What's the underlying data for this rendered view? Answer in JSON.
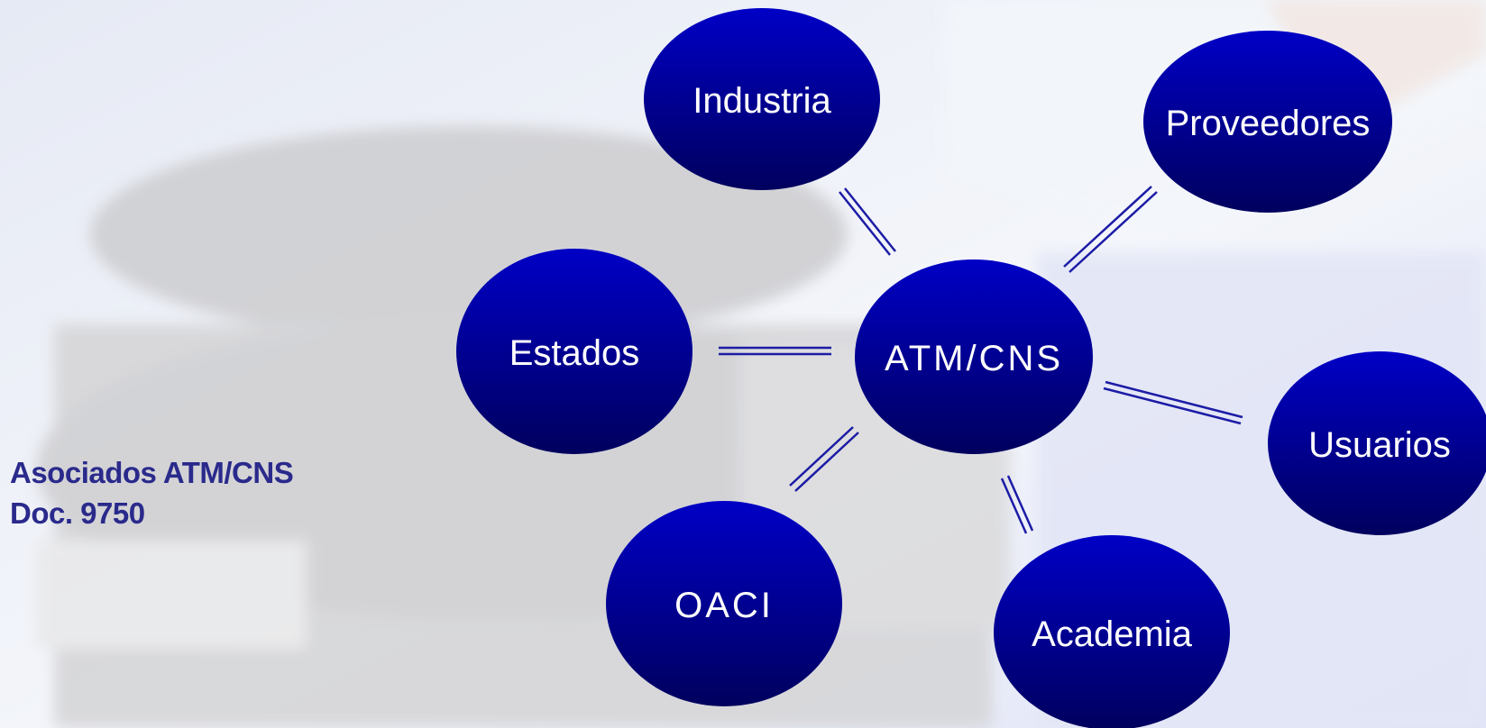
{
  "caption": {
    "line1": "Asociados ATM/CNS",
    "line2": "Doc. 9750"
  },
  "colors": {
    "node_top": "#0000c6",
    "node_bottom": "#00005e",
    "connector": "#1c1ca6",
    "label": "#ffffff",
    "caption": "#2a2a8c"
  },
  "diagram": {
    "center": {
      "id": "atm-cns",
      "label": "ATM/CNS"
    },
    "nodes": [
      {
        "id": "industria",
        "label": "Industria"
      },
      {
        "id": "proveedores",
        "label": "Proveedores"
      },
      {
        "id": "estados",
        "label": "Estados"
      },
      {
        "id": "usuarios",
        "label": "Usuarios"
      },
      {
        "id": "oaci",
        "label": "OACI"
      },
      {
        "id": "academia",
        "label": "Academia"
      }
    ]
  }
}
